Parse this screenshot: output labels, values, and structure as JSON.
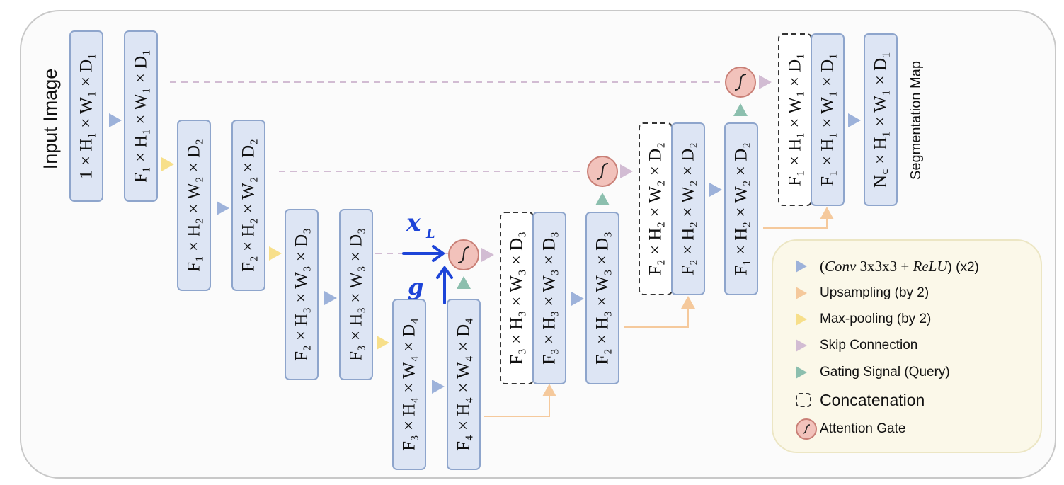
{
  "labels": {
    "input": "Input Image",
    "output": "Segmentation Map"
  },
  "blocks": [
    {
      "id": "enc1a",
      "text": "1 × H₁ × W₁ × D₁"
    },
    {
      "id": "enc1b",
      "text": "F₁ × H₁ × W₁ × D₁"
    },
    {
      "id": "enc2a",
      "text": "F₁ × H₂ × W₂ × D₂"
    },
    {
      "id": "enc2b",
      "text": "F₂ × H₂ × W₂ × D₂"
    },
    {
      "id": "enc3a",
      "text": "F₂ × H₃ × W₃ × D₃"
    },
    {
      "id": "enc3b",
      "text": "F₃ × H₃ × W₃ × D₃"
    },
    {
      "id": "enc4a",
      "text": "F₃ × H₄ × W₄ × D₄"
    },
    {
      "id": "enc4b",
      "text": "F₄ × H₄ × W₄ × D₄"
    },
    {
      "id": "dec3skip",
      "text": "F₃ × H₃ × W₃ × D₃"
    },
    {
      "id": "dec3a",
      "text": "F₃ × H₃ × W₃ × D₃"
    },
    {
      "id": "dec3b",
      "text": "F₂ × H₃ × W₃ × D₃"
    },
    {
      "id": "dec2skip",
      "text": "F₂ × H₂ × W₂ × D₂"
    },
    {
      "id": "dec2a",
      "text": "F₂ × H₂ × W₂ × D₂"
    },
    {
      "id": "dec2b",
      "text": "F₁ × H₂ × W₂ × D₂"
    },
    {
      "id": "dec1skip",
      "text": "F₁ × H₁ × W₁ × D₁"
    },
    {
      "id": "dec1a",
      "text": "F₁ × H₁ × W₁ × D₁"
    },
    {
      "id": "out",
      "text": "N꜀ × H₁ × W₁ × D₁"
    }
  ],
  "annotations": {
    "x_label": "x",
    "x_sub": "L",
    "g_label": "g"
  },
  "legend": {
    "conv_pre": "(",
    "conv_math": "Conv",
    "conv_kernel": "3x3x3",
    "conv_plus": "+",
    "conv_relu": "ReLU",
    "conv_post": ") (x2)",
    "upsampling": "Upsampling (by 2)",
    "maxpool": "Max-pooling (by 2)",
    "skip": "Skip Connection",
    "gating": "Gating Signal (Query)",
    "concat": "Concatenation",
    "gate": "Attention Gate"
  },
  "colors": {
    "block_fill": "#dde5f4",
    "block_border": "#8ea5cc",
    "conv": "#9db2da",
    "upsampling": "#f5c99c",
    "maxpool": "#f7df8a",
    "skip": "#d2bcd3",
    "gating": "#8cbfae",
    "gate_fill": "#f2c2bb",
    "annotation": "#1d44d8"
  }
}
